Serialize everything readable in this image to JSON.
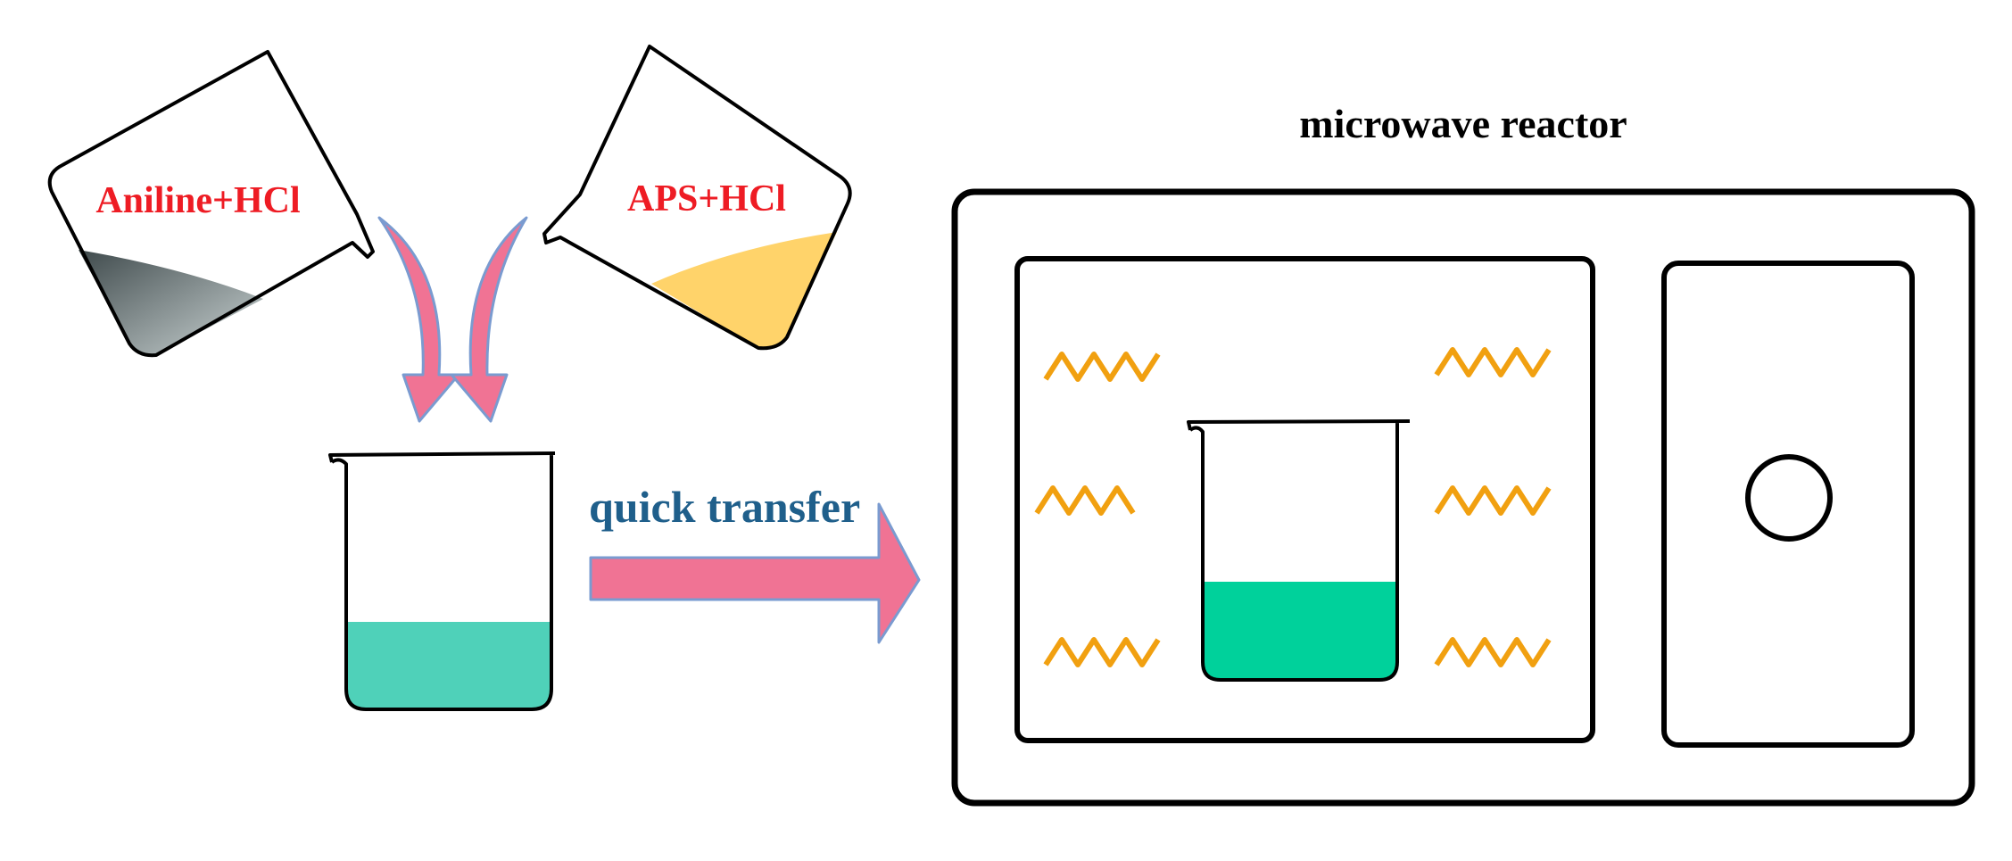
{
  "labels": {
    "beaker_left": "Aniline+HCl",
    "beaker_right": "APS+HCl",
    "transfer": "quick transfer",
    "reactor_title": "microwave reactor"
  },
  "colors": {
    "label_red": "#ee1c24",
    "transfer_text": "#1f5f8b",
    "arrow_fill": "#f07394",
    "arrow_stroke": "#7a9bd0",
    "mixture": "#4fd1b9",
    "reactor_liquid": "#00d19b",
    "aps_liquid": "#ffd36a",
    "aniline_liquid_dark": "#3f4a4c",
    "aniline_liquid_light": "#cdd6d6",
    "wave": "#f1a010",
    "outline": "#000000"
  }
}
